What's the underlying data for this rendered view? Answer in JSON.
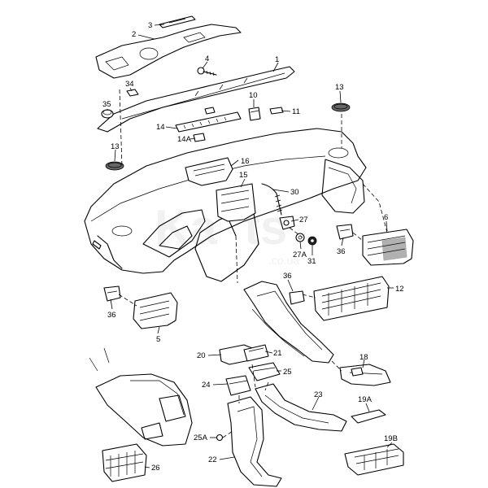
{
  "callouts": [
    {
      "id": "1",
      "text": "1"
    },
    {
      "id": "2",
      "text": "2"
    },
    {
      "id": "3",
      "text": "3"
    },
    {
      "id": "4",
      "text": "4"
    },
    {
      "id": "5",
      "text": "5"
    },
    {
      "id": "6",
      "text": "6"
    },
    {
      "id": "10",
      "text": "10"
    },
    {
      "id": "11",
      "text": "11"
    },
    {
      "id": "12",
      "text": "12"
    },
    {
      "id": "13a",
      "text": "13"
    },
    {
      "id": "13b",
      "text": "13"
    },
    {
      "id": "14",
      "text": "14"
    },
    {
      "id": "14A",
      "text": "14A"
    },
    {
      "id": "15",
      "text": "15"
    },
    {
      "id": "16",
      "text": "16"
    },
    {
      "id": "18",
      "text": "18"
    },
    {
      "id": "19A",
      "text": "19A"
    },
    {
      "id": "19B",
      "text": "19B"
    },
    {
      "id": "20",
      "text": "20"
    },
    {
      "id": "21",
      "text": "21"
    },
    {
      "id": "22",
      "text": "22"
    },
    {
      "id": "23",
      "text": "23"
    },
    {
      "id": "24",
      "text": "24"
    },
    {
      "id": "25",
      "text": "25"
    },
    {
      "id": "25A",
      "text": "25A"
    },
    {
      "id": "26",
      "text": "26"
    },
    {
      "id": "27",
      "text": "27"
    },
    {
      "id": "27A",
      "text": "27A"
    },
    {
      "id": "30",
      "text": "30"
    },
    {
      "id": "31",
      "text": "31"
    },
    {
      "id": "34",
      "text": "34"
    },
    {
      "id": "35",
      "text": "35"
    },
    {
      "id": "36a",
      "text": "36"
    },
    {
      "id": "36b",
      "text": "36"
    },
    {
      "id": "36c",
      "text": "36"
    }
  ]
}
